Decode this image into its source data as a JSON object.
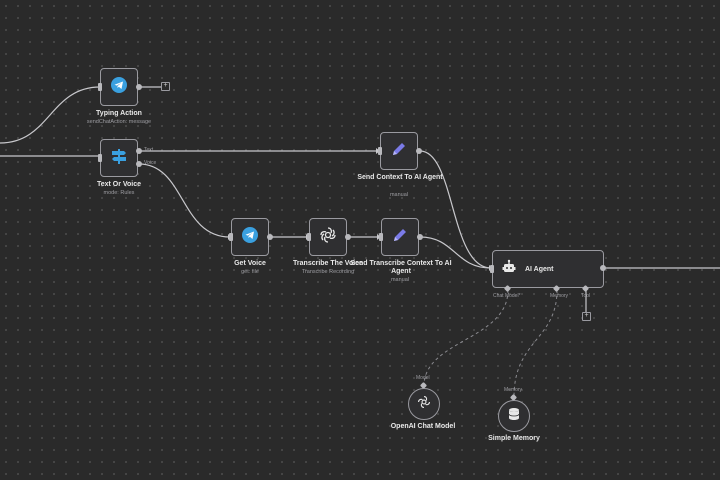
{
  "nodes": {
    "typing_action": {
      "title": "Typing Action",
      "subtitle": "sendChatAction: message",
      "icon": "telegram-icon"
    },
    "text_or_voice": {
      "title": "Text Or Voice",
      "subtitle": "mode: Rules",
      "icon": "switch-signpost-icon",
      "outputs": [
        "Text",
        "Voice"
      ]
    },
    "send_context": {
      "title": "Send Context To AI Agent",
      "subtitle": "manual",
      "icon": "pencil-icon"
    },
    "get_voice": {
      "title": "Get Voice",
      "subtitle": "get: file",
      "icon": "telegram-icon"
    },
    "transcribe": {
      "title": "Transcribe The Voice",
      "subtitle": "Transcribe Recording",
      "icon": "openai-icon"
    },
    "send_transcribe": {
      "title": "Send Transcribe Context To AI Agent",
      "subtitle": "manual",
      "icon": "pencil-icon"
    },
    "ai_agent": {
      "title": "AI Agent",
      "icon": "robot-icon",
      "ports": [
        "Chat Model*",
        "Memory",
        "Tool"
      ]
    },
    "openai_chat": {
      "title": "OpenAI Chat Model",
      "port": "Model",
      "icon": "openai-icon"
    },
    "simple_memory": {
      "title": "Simple Memory",
      "port": "Memory",
      "icon": "database-icon"
    }
  },
  "plus_symbol": "+",
  "colors": {
    "canvas": "#2a2a2a",
    "node_bg": "#2f2f31",
    "edge": "#c8c8cc",
    "telegram": "#3aa0e0",
    "pencil": "#7b7be8"
  }
}
